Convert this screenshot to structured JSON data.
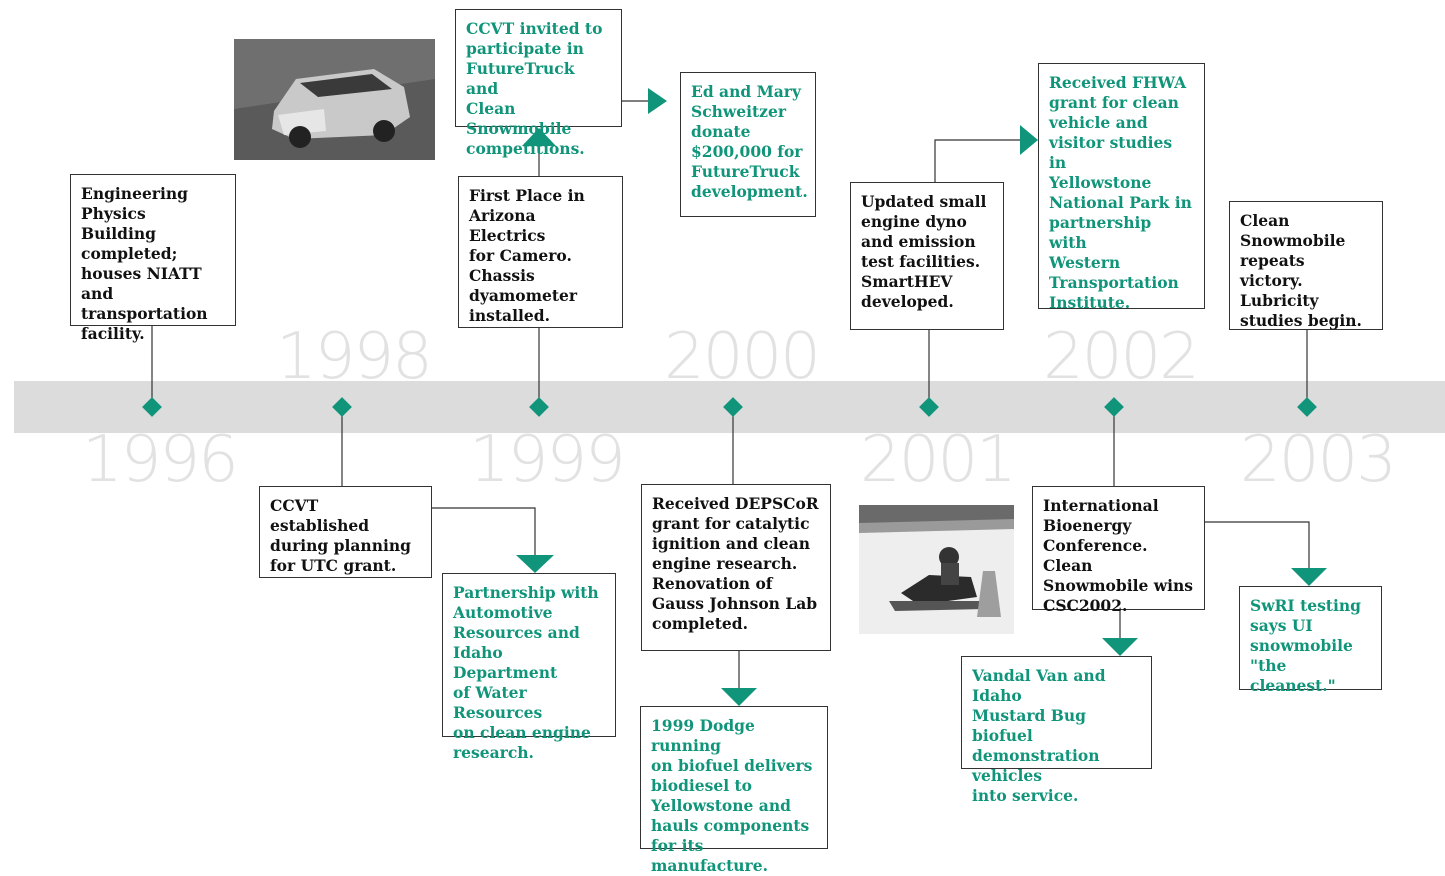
{
  "accent_color": "#10957a",
  "years": [
    "1996",
    "1998",
    "1999",
    "2000",
    "2001",
    "2002",
    "2003"
  ],
  "events": {
    "e1996": "Engineering\nPhysics Building\ncompleted;\nhouses NIATT and\ntransportation\nfacility.",
    "e1998": "CCVT established\nduring planning\nfor UTC grant.",
    "e1998b": "Partnership with\nAutomotive\nResources and\nIdaho Department\nof Water Resources\non clean engine\nresearch.",
    "e1999": "First Place in\nArizona Electrics\nfor Camero.\nChassis\ndyamometer\ninstalled.",
    "e1999b": "CCVT invited to\nparticipate in\nFutureTruck and\nClean Snowmobile\ncompetitions.",
    "e1999c": "Ed and Mary\nSchweitzer\ndonate\n$200,000 for\nFutureTruck\ndevelopment.",
    "e2000": "Received DEPSCoR\ngrant for catalytic\nignition and clean\nengine research.\nRenovation of\nGauss Johnson Lab\ncompleted.",
    "e2000b": "1999 Dodge running\non biofuel delivers\nbiodiesel to\nYellowstone and\nhauls components\nfor its manufacture.",
    "e2001": "Updated small\nengine dyno\nand emission\ntest facilities.\nSmartHEV\ndeveloped.",
    "e2001b": "Received FHWA\ngrant for clean\nvehicle and\nvisitor studies in\nYellowstone\nNational Park in\npartnership with\nWestern\nTransportation\nInstitute.",
    "e2002": "International\nBioenergy\nConference. Clean\nSnowmobile wins\nCSC2002.",
    "e2002b": "Vandal Van and Idaho\nMustard Bug biofuel\ndemonstration vehicles\ninto service.",
    "e2003": "Clean\nSnowmobile\nrepeats victory.\nLubricity\nstudies begin.",
    "e2003b": "SwRI testing\nsays UI\nsnowmobile\n\"the cleanest.\""
  }
}
